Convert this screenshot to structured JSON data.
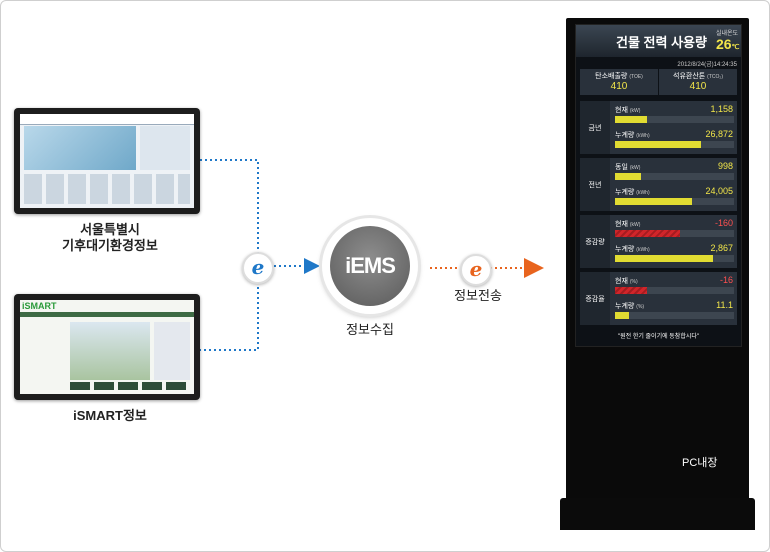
{
  "sources": {
    "top": {
      "label_line1": "서울특별시",
      "label_line2": "기후대기환경정보"
    },
    "bottom": {
      "label": "iSMART정보",
      "logo": "iSMART"
    }
  },
  "center": {
    "logo": "iEMS",
    "label": "정보수집"
  },
  "transfer": {
    "label": "정보전송"
  },
  "icons": {
    "browser": "ie-browser-icon"
  },
  "colors": {
    "blue_arrow": "#1f78c8",
    "orange_arrow": "#e8641e",
    "bar_yellow": "#e1dc32",
    "bar_red": "#d0252a"
  },
  "display": {
    "title": "건물 전력 사용량",
    "temp_label": "실내온도",
    "temp_value": "26",
    "temp_unit": "℃",
    "datetime": "2012/8/24(금)14:24:35",
    "carbon": {
      "label": "탄소배출량",
      "unit": "(TOE)",
      "value": "410"
    },
    "oil": {
      "label": "석유환산톤",
      "unit": "(TCO₂)",
      "value": "410"
    },
    "sections": [
      {
        "label": "금년",
        "rows": [
          {
            "name": "현재",
            "unit": "(kW)",
            "value": "1,158",
            "fill": 0.27,
            "color": "yellow"
          },
          {
            "name": "누계량",
            "unit": "(kWh)",
            "value": "26,872",
            "fill": 0.72,
            "color": "yellow"
          }
        ]
      },
      {
        "label": "전년",
        "rows": [
          {
            "name": "동일",
            "unit": "(kW)",
            "value": "998",
            "fill": 0.22,
            "color": "yellow"
          },
          {
            "name": "누계량",
            "unit": "(kWh)",
            "value": "24,005",
            "fill": 0.65,
            "color": "yellow"
          }
        ]
      },
      {
        "label": "증감량",
        "rows": [
          {
            "name": "현재",
            "unit": "(kW)",
            "value": "-160",
            "fill": 0.55,
            "color": "red"
          },
          {
            "name": "누계량",
            "unit": "(kWh)",
            "value": "2,867",
            "fill": 0.82,
            "color": "yellow"
          }
        ]
      },
      {
        "label": "증감율",
        "rows": [
          {
            "name": "현재",
            "unit": "(%)",
            "value": "-16",
            "fill": 0.27,
            "color": "red"
          },
          {
            "name": "누계량",
            "unit": "(%)",
            "value": "11.1",
            "fill": 0.12,
            "color": "yellow"
          }
        ]
      }
    ],
    "slogan": "\"원전 한기 줄이기에 동참합시다\""
  },
  "kiosk": {
    "label": "PC내장"
  }
}
